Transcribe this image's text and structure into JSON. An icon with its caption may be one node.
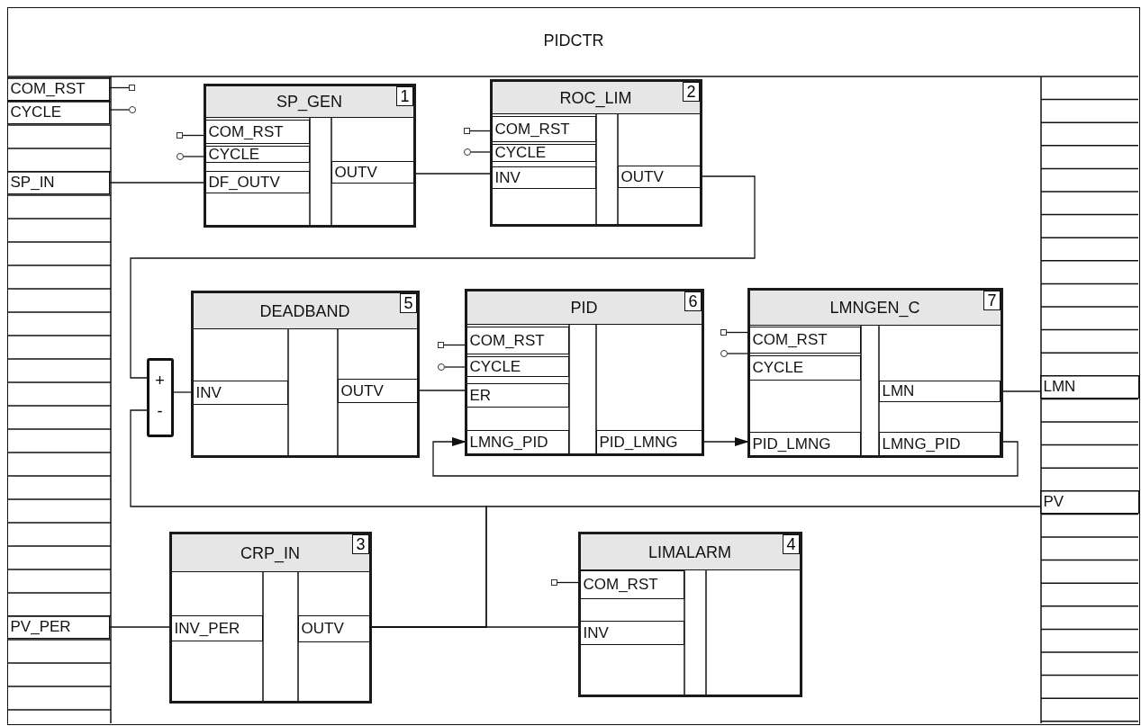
{
  "diagram": {
    "nodes": [
      {
        "text": [
          "PIDCTR"
        ]
      },
      {
        "text": [
          "COM_RST"
        ],
        "in": 0
      },
      {
        "text": [
          "CYCLE"
        ],
        "in": 0
      },
      {
        "text": [
          "SP_IN"
        ],
        "in": 0
      },
      {
        "text": [
          "PV_PER"
        ],
        "in": 0
      },
      {
        "text": [
          "SP_GEN",
          "1"
        ],
        "in": 0
      },
      {
        "text": [
          "COM_RST"
        ],
        "in": 5
      },
      {
        "text": [
          "CYCLE"
        ],
        "in": 5
      },
      {
        "text": [
          "DF_OUTV"
        ],
        "in": 5
      },
      {
        "text": [
          "OUTV"
        ],
        "in": 5
      },
      {
        "text": [
          "ROC_LIM",
          "2"
        ],
        "in": 0
      },
      {
        "text": [
          "COM_RST"
        ],
        "in": 10
      },
      {
        "text": [
          "CYCLE"
        ],
        "in": 10
      },
      {
        "text": [
          "INV"
        ],
        "in": 10
      },
      {
        "text": [
          "OUTV"
        ],
        "in": 10
      },
      {
        "text": [
          "+",
          "-"
        ],
        "in": 0
      },
      {
        "text": [
          "DEADBAND",
          "5"
        ],
        "in": 0
      },
      {
        "text": [
          "INV"
        ],
        "in": 16
      },
      {
        "text": [
          "OUTV"
        ],
        "in": 16
      },
      {
        "text": [
          "PID",
          "6"
        ],
        "in": 0
      },
      {
        "text": [
          "COM_RST"
        ],
        "in": 19
      },
      {
        "text": [
          "CYCLE"
        ],
        "in": 19
      },
      {
        "text": [
          "ER"
        ],
        "in": 19
      },
      {
        "text": [
          "LMNG_PID"
        ],
        "in": 19
      },
      {
        "text": [
          "PID_LMNG"
        ],
        "in": 19
      },
      {
        "text": [
          "LMNGEN_C",
          "7"
        ],
        "in": 0
      },
      {
        "text": [
          "COM_RST"
        ],
        "in": 25
      },
      {
        "text": [
          "CYCLE"
        ],
        "in": 25
      },
      {
        "text": [
          "PID_LMNG"
        ],
        "in": 25
      },
      {
        "text": [
          "LMN"
        ],
        "in": 25
      },
      {
        "text": [
          "LMNG_PID"
        ],
        "in": 25
      },
      {
        "text": [
          "LMN"
        ],
        "in": 0
      },
      {
        "text": [
          "PV"
        ],
        "in": 0
      },
      {
        "text": [
          "CRP_IN",
          "3"
        ],
        "in": 0
      },
      {
        "text": [
          "INV_PER"
        ],
        "in": 33
      },
      {
        "text": [
          "OUTV"
        ],
        "in": 33
      },
      {
        "text": [
          "LIMALARM",
          "4"
        ],
        "in": 0
      },
      {
        "text": [
          "COM_RST"
        ],
        "in": 36
      },
      {
        "text": [
          "INV"
        ],
        "in": 36
      },
      {
        "text": [],
        "shape": "box",
        "in": 0
      },
      {
        "text": [],
        "shape": "circle",
        "in": 0
      },
      {
        "text": [],
        "shape": "box",
        "in": 0
      },
      {
        "text": [],
        "shape": "circle",
        "in": 0
      },
      {
        "text": [],
        "shape": "box",
        "in": 0
      },
      {
        "text": [],
        "shape": "circle",
        "in": 0
      },
      {
        "text": [],
        "shape": "box",
        "in": 0
      },
      {
        "text": [],
        "shape": "circle",
        "in": 0
      },
      {
        "text": [],
        "shape": "box",
        "in": 0
      },
      {
        "text": [],
        "shape": "circle",
        "in": 0
      },
      {
        "text": [],
        "shape": "box",
        "in": 0
      }
    ],
    "edges": [
      {
        "from": 3,
        "to": 8,
        "arrow": "none"
      },
      {
        "from": 9,
        "to": 13,
        "arrow": "none"
      },
      {
        "from": 14,
        "to": 15,
        "arrow": "none"
      },
      {
        "from": 15,
        "to": 17,
        "arrow": "none"
      },
      {
        "from": 18,
        "to": 22,
        "arrow": "none"
      },
      {
        "from": 24,
        "to": 28,
        "arrow": "to"
      },
      {
        "from": 30,
        "to": 23,
        "arrow": "to"
      },
      {
        "from": 29,
        "to": 31,
        "arrow": "none"
      },
      {
        "from": 4,
        "to": 34,
        "arrow": "none"
      },
      {
        "from": 35,
        "to": 38,
        "arrow": "none"
      },
      {
        "from": 35,
        "to": 32,
        "arrow": "none"
      },
      {
        "from": 35,
        "to": 15,
        "arrow": "none"
      },
      {
        "from": 1,
        "to": 39,
        "arrow": "none"
      },
      {
        "from": 2,
        "to": 40,
        "arrow": "none"
      },
      {
        "from": 41,
        "to": 6,
        "arrow": "none"
      },
      {
        "from": 42,
        "to": 7,
        "arrow": "none"
      },
      {
        "from": 43,
        "to": 11,
        "arrow": "none"
      },
      {
        "from": 44,
        "to": 12,
        "arrow": "none"
      },
      {
        "from": 45,
        "to": 20,
        "arrow": "none"
      },
      {
        "from": 46,
        "to": 21,
        "arrow": "none"
      },
      {
        "from": 47,
        "to": 26,
        "arrow": "none"
      },
      {
        "from": 48,
        "to": 27,
        "arrow": "none"
      },
      {
        "from": 49,
        "to": 37,
        "arrow": "none"
      }
    ]
  }
}
